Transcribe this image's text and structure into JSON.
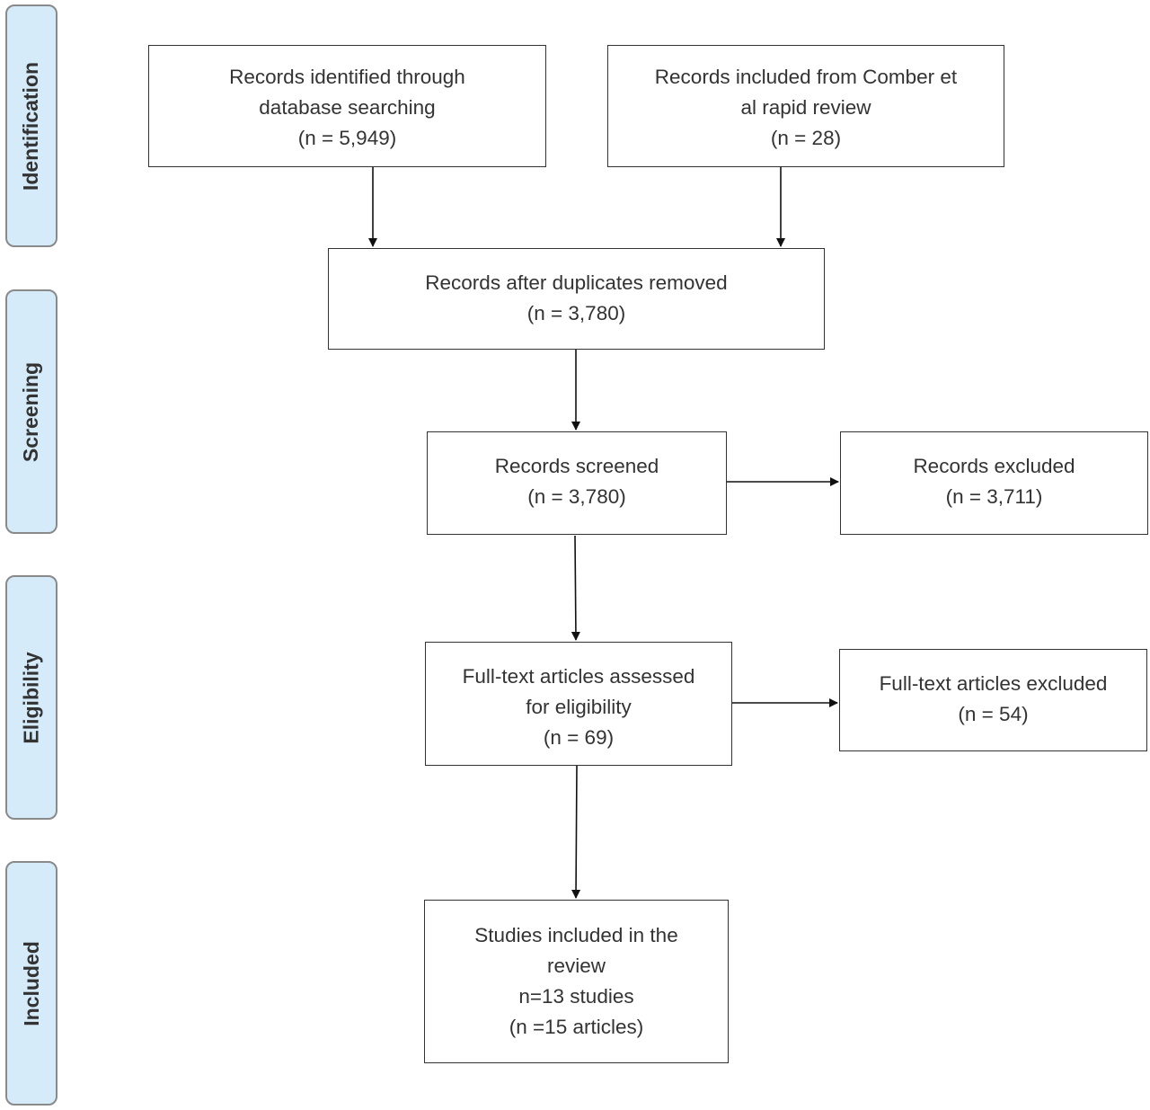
{
  "phases": [
    {
      "label": "Identification"
    },
    {
      "label": "Screening"
    },
    {
      "label": "Eligibility"
    },
    {
      "label": "Included"
    }
  ],
  "boxes": {
    "database": {
      "lines": [
        "Records identified through",
        "database searching",
        "(n = 5,949)"
      ]
    },
    "comber": {
      "lines": [
        "Records included from Comber et",
        "al rapid review",
        "(n = 28)"
      ]
    },
    "duplicates": {
      "lines": [
        "Records after duplicates removed",
        "(n = 3,780)"
      ]
    },
    "screened": {
      "lines": [
        "Records screened",
        "(n = 3,780)"
      ]
    },
    "excluded": {
      "lines": [
        "Records excluded",
        "(n = 3,711)"
      ]
    },
    "fulltext": {
      "lines": [
        "Full-text articles assessed",
        "for eligibility",
        "(n = 69)"
      ]
    },
    "fulltext_excluded": {
      "lines": [
        "Full-text articles excluded",
        "(n = 54)"
      ]
    },
    "included": {
      "lines": [
        "Studies included in the",
        "review",
        "n=13 studies",
        "(n =15 articles)"
      ]
    }
  },
  "colors": {
    "phase_fill": "#d5ebf9",
    "phase_border": "#8a8a8a",
    "box_border": "#333333",
    "text": "#333333"
  }
}
